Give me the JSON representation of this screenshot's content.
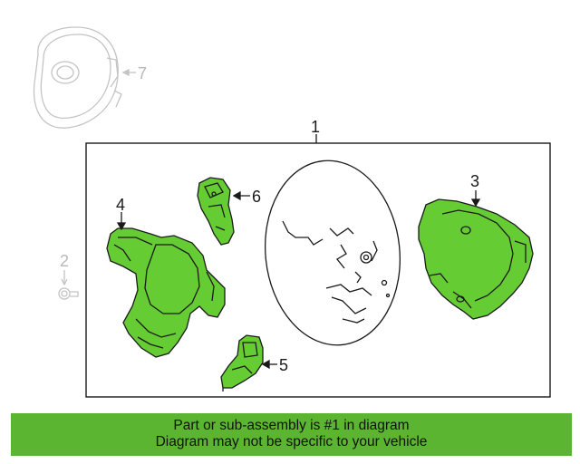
{
  "callouts": {
    "c1": "1",
    "c2": "2",
    "c3": "3",
    "c4": "4",
    "c5": "5",
    "c6": "6",
    "c7": "7"
  },
  "banner": {
    "line1": "Part or sub-assembly is #1 in diagram",
    "line2": "Diagram may not be specific to your vehicle"
  },
  "colors": {
    "highlight": "#5cb531",
    "part_fill": "#66cc33",
    "outline": "#1a1a1a",
    "faded": "#c0c0c0"
  }
}
